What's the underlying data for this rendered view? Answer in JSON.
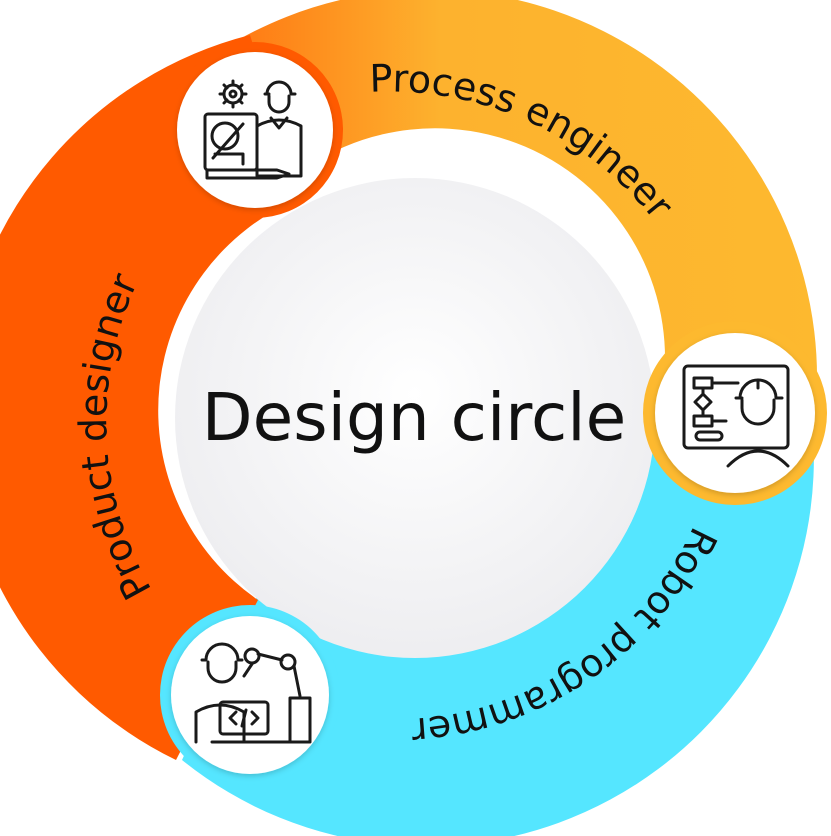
{
  "diagram": {
    "title": "Design circle",
    "colors": {
      "orange": "#FF5A00",
      "amber": "#FDB92F",
      "cyan": "#55E6FF",
      "center": "#F4F4F6",
      "text": "#111111"
    },
    "roles": [
      {
        "label": "Process engineer",
        "icon": "engineer-with-flowchart-icon"
      },
      {
        "label": "Robot programmer",
        "icon": "robot-arm-programmer-icon"
      },
      {
        "label": "Product designer",
        "icon": "designer-with-gear-icon"
      }
    ]
  }
}
